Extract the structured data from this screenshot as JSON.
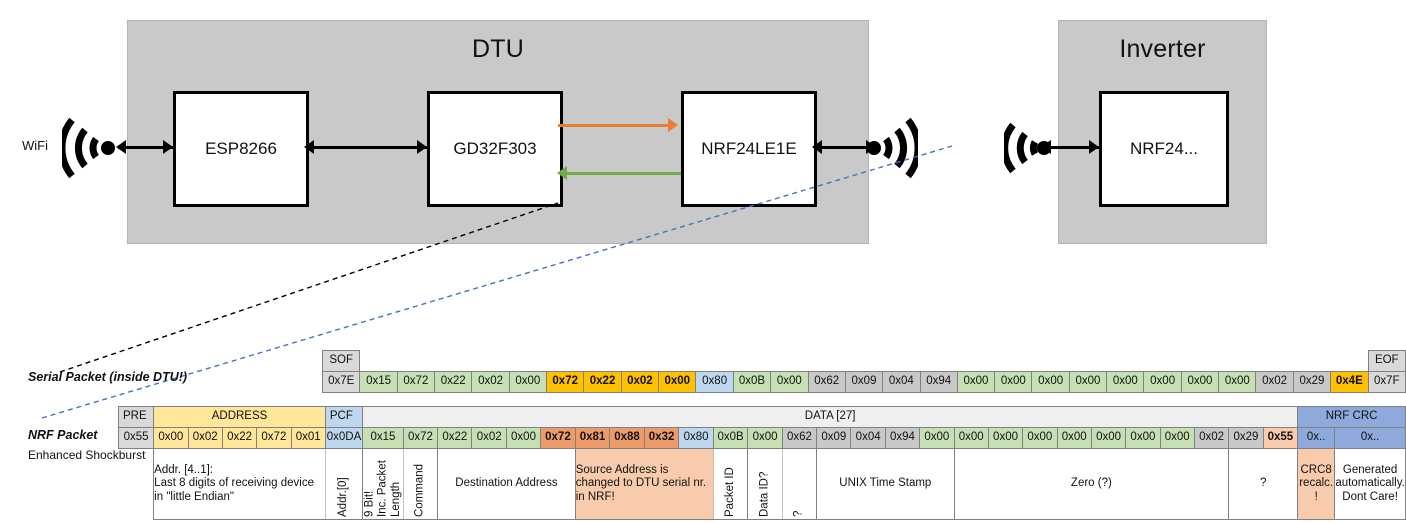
{
  "diagram": {
    "dtu": {
      "title": "DTU",
      "chips": [
        "ESP8266",
        "GD32F303",
        "NRF24LE1E"
      ],
      "wifi_label": "WiFi",
      "arrow_tx_color": "#ED7D31",
      "arrow_rx_color": "#70AD47"
    },
    "inverter": {
      "title": "Inverter",
      "chips": [
        "NRF24..."
      ]
    }
  },
  "serial_packet": {
    "label": "Serial Packet (inside DTU!)",
    "header": [
      {
        "text": "SOF",
        "fill": "c-gray",
        "span": 1
      },
      {
        "text": "",
        "fill": "c-none",
        "span": 27
      },
      {
        "text": "EOF",
        "fill": "c-gray",
        "span": 1
      }
    ],
    "bytes": [
      {
        "v": "0x7E",
        "fill": "c-gray"
      },
      {
        "v": "0x15",
        "fill": "c-green"
      },
      {
        "v": "0x72",
        "fill": "c-green"
      },
      {
        "v": "0x22",
        "fill": "c-green"
      },
      {
        "v": "0x02",
        "fill": "c-green"
      },
      {
        "v": "0x00",
        "fill": "c-green"
      },
      {
        "v": "0x72",
        "fill": "c-orange",
        "bold": true
      },
      {
        "v": "0x22",
        "fill": "c-orange",
        "bold": true
      },
      {
        "v": "0x02",
        "fill": "c-orange",
        "bold": true
      },
      {
        "v": "0x00",
        "fill": "c-orange",
        "bold": true
      },
      {
        "v": "0x80",
        "fill": "c-blue"
      },
      {
        "v": "0x0B",
        "fill": "c-green"
      },
      {
        "v": "0x00",
        "fill": "c-green"
      },
      {
        "v": "0x62",
        "fill": "c-vgray"
      },
      {
        "v": "0x09",
        "fill": "c-vgray"
      },
      {
        "v": "0x04",
        "fill": "c-vgray"
      },
      {
        "v": "0x94",
        "fill": "c-vgray"
      },
      {
        "v": "0x00",
        "fill": "c-green"
      },
      {
        "v": "0x00",
        "fill": "c-green"
      },
      {
        "v": "0x00",
        "fill": "c-green"
      },
      {
        "v": "0x00",
        "fill": "c-green"
      },
      {
        "v": "0x00",
        "fill": "c-green"
      },
      {
        "v": "0x00",
        "fill": "c-green"
      },
      {
        "v": "0x00",
        "fill": "c-green"
      },
      {
        "v": "0x00",
        "fill": "c-green"
      },
      {
        "v": "0x02",
        "fill": "c-vgray"
      },
      {
        "v": "0x29",
        "fill": "c-vgray"
      },
      {
        "v": "0x4E",
        "fill": "c-orange",
        "bold": true
      },
      {
        "v": "0x7F",
        "fill": "c-gray"
      }
    ]
  },
  "nrf_packet": {
    "label": "NRF Packet",
    "sublabel": "Enhanced Shockburst",
    "header": [
      {
        "text": "PRE",
        "fill": "c-gray",
        "span": 1,
        "align": "l"
      },
      {
        "text": "ADDRESS",
        "fill": "c-lyellow",
        "span": 5
      },
      {
        "text": "PCF",
        "fill": "c-blue",
        "span": 1,
        "align": "l"
      },
      {
        "text": "DATA [27]",
        "fill": "c-lgray",
        "span": 27
      },
      {
        "text": "NRF CRC",
        "fill": "c-mblue",
        "span": 2
      }
    ],
    "bytes": [
      {
        "v": "0x55",
        "fill": "c-gray"
      },
      {
        "v": "0x00",
        "fill": "c-lyellow"
      },
      {
        "v": "0x02",
        "fill": "c-lyellow"
      },
      {
        "v": "0x22",
        "fill": "c-lyellow"
      },
      {
        "v": "0x72",
        "fill": "c-lyellow"
      },
      {
        "v": "0x01",
        "fill": "c-lyellow"
      },
      {
        "v": "0x0DA",
        "fill": "c-blue"
      },
      {
        "v": "0x15",
        "fill": "c-green"
      },
      {
        "v": "0x72",
        "fill": "c-green"
      },
      {
        "v": "0x22",
        "fill": "c-green"
      },
      {
        "v": "0x02",
        "fill": "c-green"
      },
      {
        "v": "0x00",
        "fill": "c-green"
      },
      {
        "v": "0x72",
        "fill": "c-dorange",
        "bold": true
      },
      {
        "v": "0x81",
        "fill": "c-dorange",
        "bold": true
      },
      {
        "v": "0x88",
        "fill": "c-dorange",
        "bold": true
      },
      {
        "v": "0x32",
        "fill": "c-dorange",
        "bold": true
      },
      {
        "v": "0x80",
        "fill": "c-blue"
      },
      {
        "v": "0x0B",
        "fill": "c-green"
      },
      {
        "v": "0x00",
        "fill": "c-green"
      },
      {
        "v": "0x62",
        "fill": "c-vgray"
      },
      {
        "v": "0x09",
        "fill": "c-vgray"
      },
      {
        "v": "0x04",
        "fill": "c-vgray"
      },
      {
        "v": "0x94",
        "fill": "c-vgray"
      },
      {
        "v": "0x00",
        "fill": "c-green"
      },
      {
        "v": "0x00",
        "fill": "c-green"
      },
      {
        "v": "0x00",
        "fill": "c-green"
      },
      {
        "v": "0x00",
        "fill": "c-green"
      },
      {
        "v": "0x00",
        "fill": "c-green"
      },
      {
        "v": "0x00",
        "fill": "c-green"
      },
      {
        "v": "0x00",
        "fill": "c-green"
      },
      {
        "v": "0x00",
        "fill": "c-green"
      },
      {
        "v": "0x02",
        "fill": "c-vgray"
      },
      {
        "v": "0x29",
        "fill": "c-vgray"
      },
      {
        "v": "0x55",
        "fill": "c-lorange",
        "bold": true
      },
      {
        "v": "0x..",
        "fill": "c-mblue"
      },
      {
        "v": "0x..",
        "fill": "c-mblue"
      }
    ],
    "descriptions": [
      {
        "text": "",
        "span": 1,
        "fill": "c-none",
        "mode": "blank"
      },
      {
        "text": "Addr. [4..1]:\nLast 8 digits of receiving device in \"little Endian\"",
        "span": 5,
        "fill": "c-white",
        "mode": "multi"
      },
      {
        "text": "Addr.[0]",
        "span": 1,
        "fill": "c-white",
        "mode": "v"
      },
      {
        "text": "9 Bit!\nInc. Packet Length",
        "span": 1,
        "fill": "c-white",
        "mode": "v"
      },
      {
        "text": "Command",
        "span": 1,
        "fill": "c-white",
        "mode": "v"
      },
      {
        "text": "Destination Address",
        "span": 4,
        "fill": "c-white",
        "mode": "ctr"
      },
      {
        "text": "Source Address is changed to DTU serial nr. in NRF!",
        "span": 4,
        "fill": "c-lorange",
        "mode": "multi"
      },
      {
        "text": "Packet ID",
        "span": 1,
        "fill": "c-white",
        "mode": "v"
      },
      {
        "text": "Data ID?",
        "span": 1,
        "fill": "c-white",
        "mode": "v"
      },
      {
        "text": "?",
        "span": 1,
        "fill": "c-white",
        "mode": "v"
      },
      {
        "text": "UNIX Time Stamp",
        "span": 4,
        "fill": "c-white",
        "mode": "ctr"
      },
      {
        "text": "Zero (?)",
        "span": 8,
        "fill": "c-white",
        "mode": "ctr"
      },
      {
        "text": "?",
        "span": 2,
        "fill": "c-white",
        "mode": "ctr"
      },
      {
        "text": "CRC8 recalc. !",
        "span": 1,
        "fill": "c-lorange",
        "mode": "ctr"
      },
      {
        "text": "Generated automatically. Dont Care!",
        "span": 2,
        "fill": "c-white",
        "mode": "ctr"
      }
    ]
  }
}
